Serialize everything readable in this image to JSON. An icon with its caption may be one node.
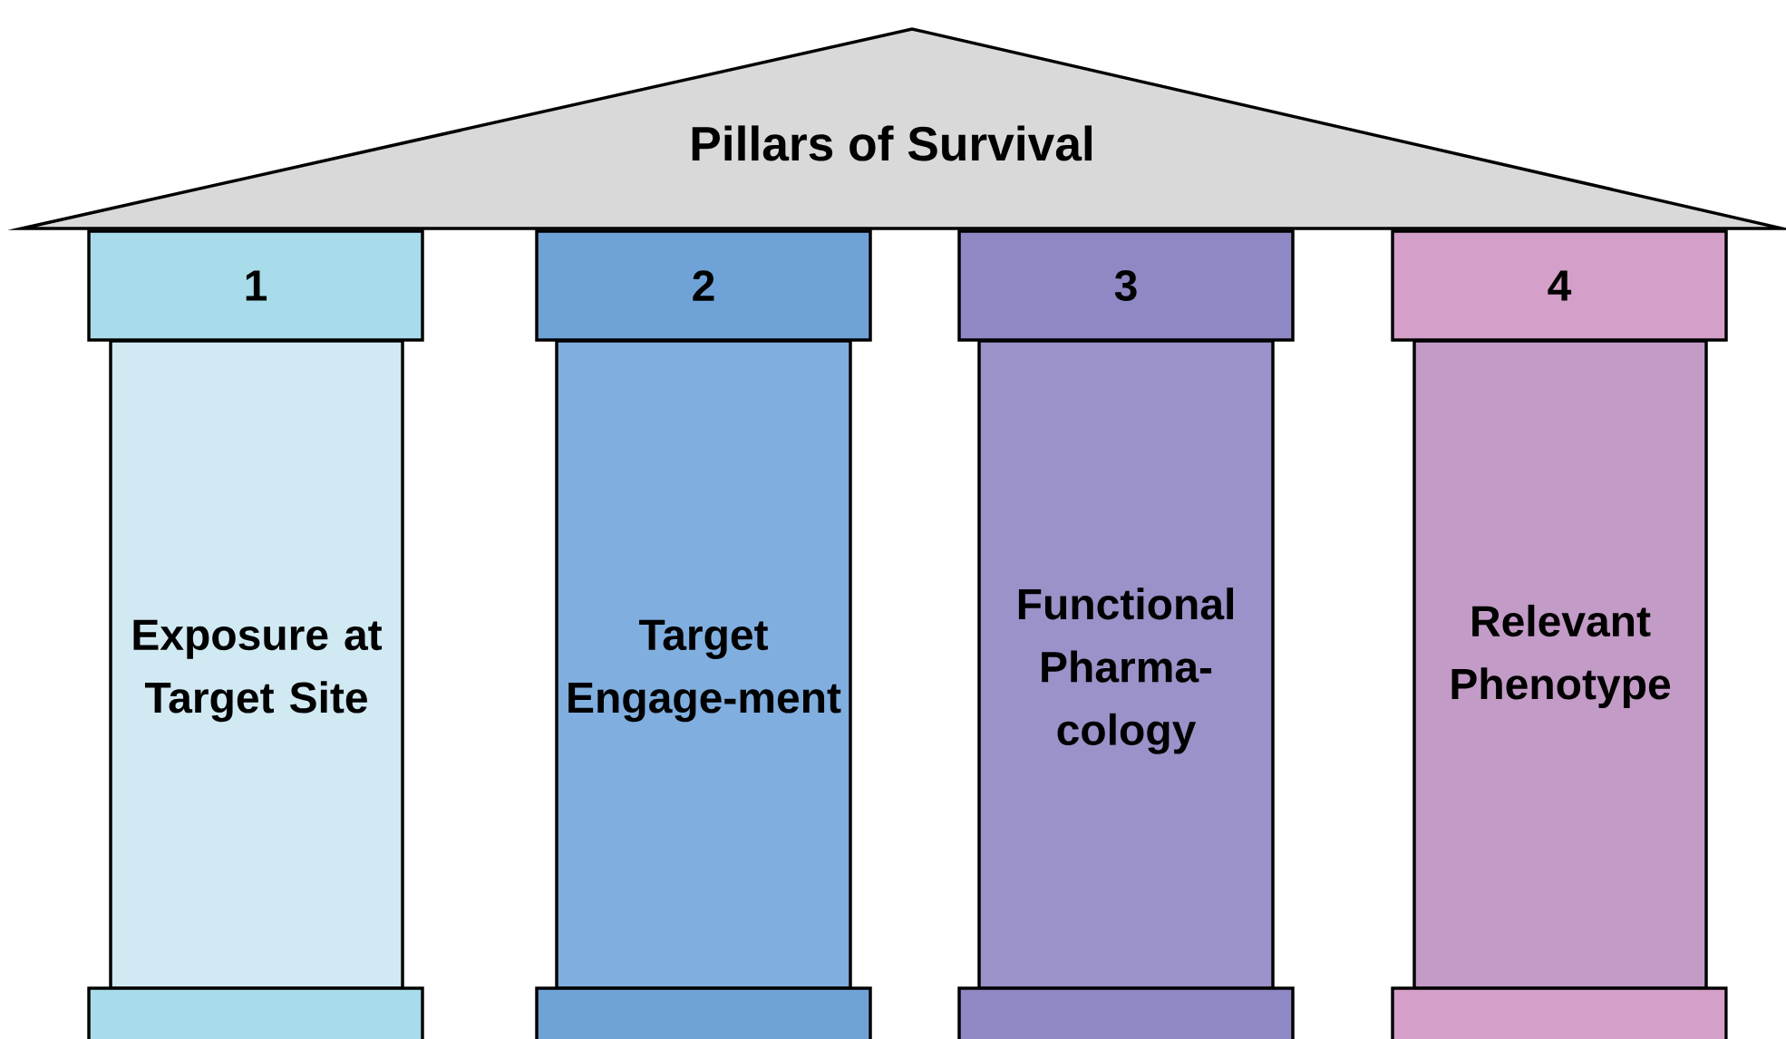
{
  "diagram": {
    "nodes": [
      {
        "text": [
          "Pillars of Survival"
        ]
      },
      {
        "text": [
          "1"
        ]
      },
      {
        "text": [
          "Exposure at Target Site"
        ]
      },
      {
        "text": [],
        "shape": "box"
      },
      {
        "text": [
          "2"
        ]
      },
      {
        "text": [
          "Target Engage-ment"
        ]
      },
      {
        "text": [],
        "shape": "box"
      },
      {
        "text": [
          "3"
        ]
      },
      {
        "text": [
          "Functional Pharma-cology"
        ]
      },
      {
        "text": [],
        "shape": "box"
      },
      {
        "text": [
          "4"
        ]
      },
      {
        "text": [
          "Relevant Phenotype"
        ]
      },
      {
        "text": [],
        "shape": "box"
      }
    ],
    "edges": []
  }
}
